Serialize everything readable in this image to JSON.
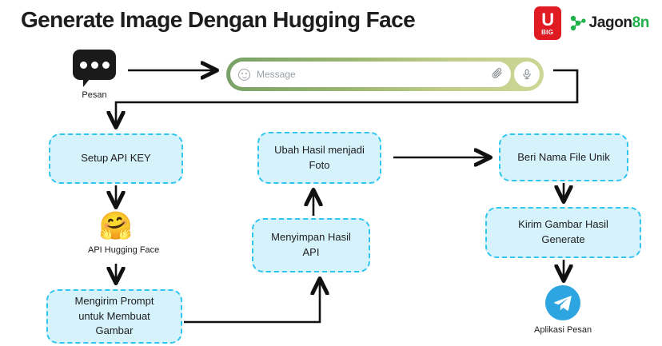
{
  "header": {
    "title": "Generate Image Dengan Hugging Face",
    "logo_ubig_letter": "U",
    "logo_ubig_sub": "BIG",
    "logo_jagon_main": "Jagon",
    "logo_jagon_accent": "8n",
    "brand_red": "#e01b22",
    "brand_green": "#21b04b"
  },
  "message_bar": {
    "placeholder": "Message",
    "emoji_icon": "smiley-icon",
    "attach_icon": "paperclip-icon",
    "mic_icon": "microphone-icon",
    "gradient_start": "#77a167",
    "gradient_end": "#cdd796"
  },
  "nodes": {
    "pesan": {
      "label": "Pesan",
      "icon": "chat-bubble-icon"
    },
    "hugging_face": {
      "label": "API Hugging Face",
      "icon": "hugging-face-emoji",
      "glyph": "🤗"
    },
    "telegram": {
      "label": "Aplikasi Pesan",
      "icon": "telegram-icon",
      "color": "#2ca5e0"
    }
  },
  "flow": {
    "box_fill": "#d6f2fb",
    "box_border": "#2ec5f0",
    "steps": [
      {
        "id": "setup",
        "lines": [
          "Setup API KEY"
        ]
      },
      {
        "id": "mengirim",
        "lines": [
          "Mengirim Prompt",
          "untuk Membuat",
          "Gambar"
        ]
      },
      {
        "id": "menyimpan",
        "lines": [
          "Menyimpan Hasil",
          "API"
        ]
      },
      {
        "id": "ubah",
        "lines": [
          "Ubah Hasil menjadi",
          "Foto"
        ]
      },
      {
        "id": "beri",
        "lines": [
          "Beri Nama File Unik"
        ]
      },
      {
        "id": "kirim",
        "lines": [
          "Kirim Gambar Hasil",
          "Generate"
        ]
      }
    ]
  }
}
